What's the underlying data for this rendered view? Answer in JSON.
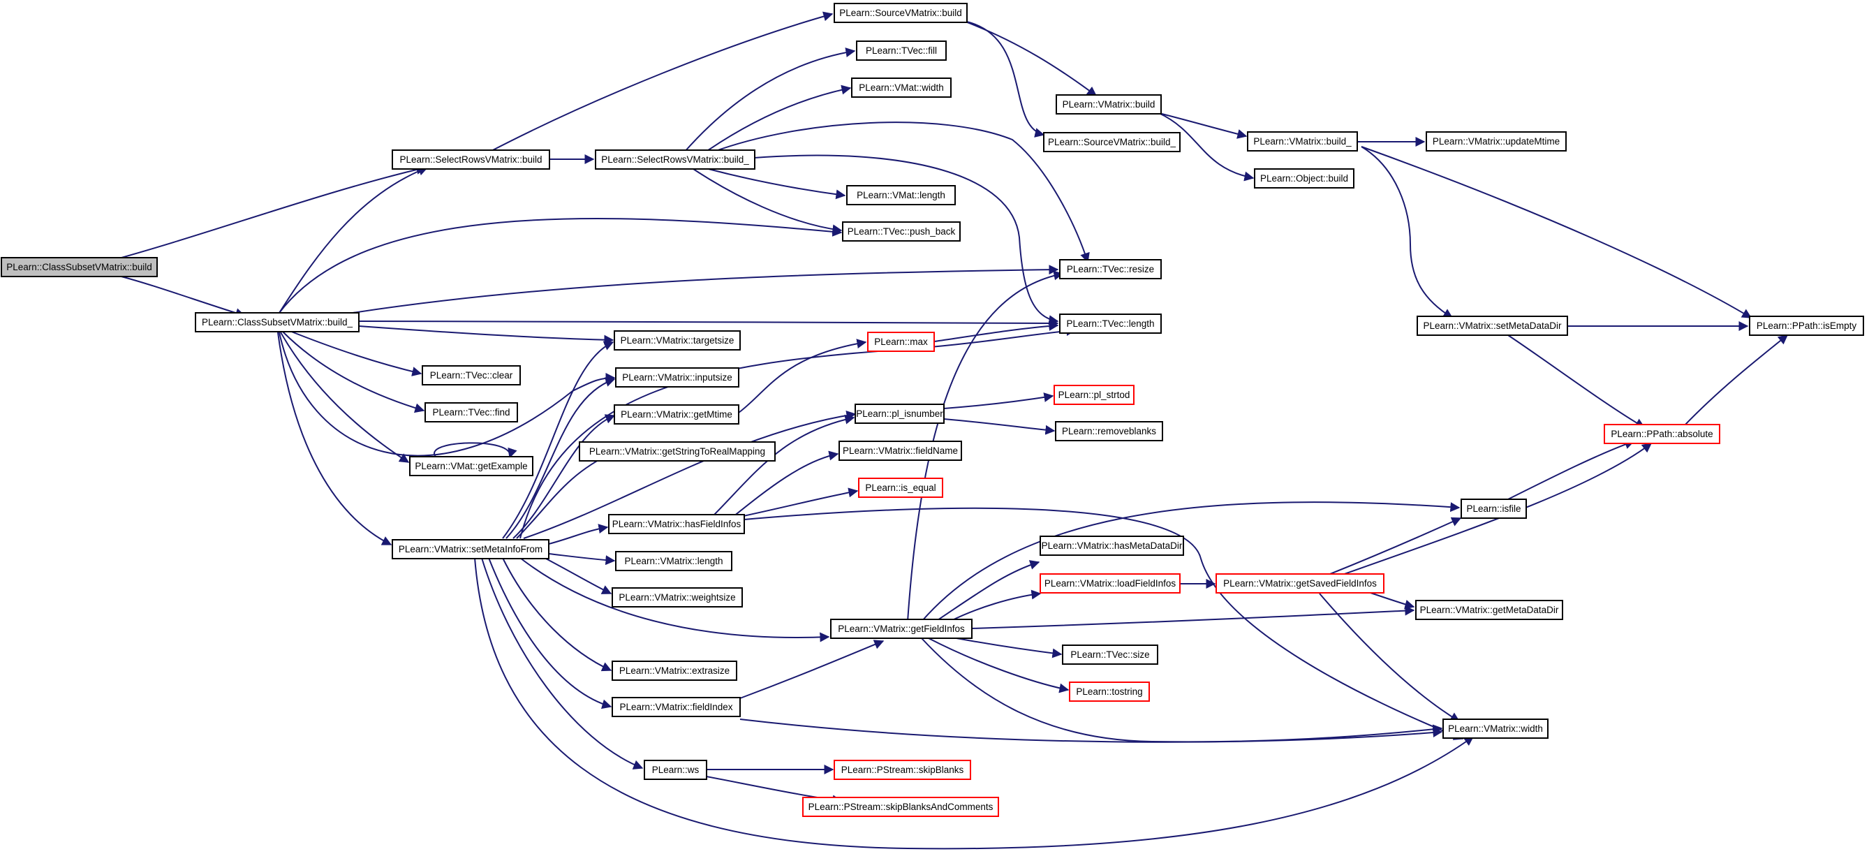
{
  "graph": {
    "nodes": [
      {
        "id": "n_csv_build",
        "label": "PLearn::ClassSubsetVMatrix::build",
        "style": "root"
      },
      {
        "id": "n_csv_build_",
        "label": "PLearn::ClassSubsetVMatrix::build_",
        "style": "normal"
      },
      {
        "id": "n_srv_build",
        "label": "PLearn::SelectRowsVMatrix::build",
        "style": "normal"
      },
      {
        "id": "n_srv_build_",
        "label": "PLearn::SelectRowsVMatrix::build_",
        "style": "normal"
      },
      {
        "id": "n_svm_build",
        "label": "PLearn::SourceVMatrix::build",
        "style": "normal"
      },
      {
        "id": "n_svm_build_",
        "label": "PLearn::SourceVMatrix::build_",
        "style": "normal"
      },
      {
        "id": "n_vm_build",
        "label": "PLearn::VMatrix::build",
        "style": "normal"
      },
      {
        "id": "n_vm_build_",
        "label": "PLearn::VMatrix::build_",
        "style": "normal"
      },
      {
        "id": "n_vm_updateMtime",
        "label": "PLearn::VMatrix::updateMtime",
        "style": "normal"
      },
      {
        "id": "n_obj_build",
        "label": "PLearn::Object::build",
        "style": "normal"
      },
      {
        "id": "n_tvec_fill",
        "label": "PLearn::TVec::fill",
        "style": "normal"
      },
      {
        "id": "n_vmat_width",
        "label": "PLearn::VMat::width",
        "style": "normal"
      },
      {
        "id": "n_vmat_length",
        "label": "PLearn::VMat::length",
        "style": "normal"
      },
      {
        "id": "n_tvec_push_back",
        "label": "PLearn::TVec::push_back",
        "style": "normal"
      },
      {
        "id": "n_tvec_resize",
        "label": "PLearn::TVec::resize",
        "style": "normal"
      },
      {
        "id": "n_tvec_length",
        "label": "PLearn::TVec::length",
        "style": "normal"
      },
      {
        "id": "n_vm_targetsize",
        "label": "PLearn::VMatrix::targetsize",
        "style": "normal"
      },
      {
        "id": "n_max",
        "label": "PLearn::max",
        "style": "red"
      },
      {
        "id": "n_tvec_clear",
        "label": "PLearn::TVec::clear",
        "style": "normal"
      },
      {
        "id": "n_vm_inputsize",
        "label": "PLearn::VMatrix::inputsize",
        "style": "normal"
      },
      {
        "id": "n_tvec_find",
        "label": "PLearn::TVec::find",
        "style": "normal"
      },
      {
        "id": "n_vm_getMtime",
        "label": "PLearn::VMatrix::getMtime",
        "style": "normal"
      },
      {
        "id": "n_pl_isnumber",
        "label": "PLearn::pl_isnumber",
        "style": "normal"
      },
      {
        "id": "n_pl_strtod",
        "label": "PLearn::pl_strtod",
        "style": "red"
      },
      {
        "id": "n_removeblanks",
        "label": "PLearn::removeblanks",
        "style": "normal"
      },
      {
        "id": "n_vmat_getExample",
        "label": "PLearn::VMat::getExample",
        "style": "normal"
      },
      {
        "id": "n_vm_getStringToRealMapping",
        "label": "PLearn::VMatrix::getStringToRealMapping",
        "style": "normal"
      },
      {
        "id": "n_vm_fieldName",
        "label": "PLearn::VMatrix::fieldName",
        "style": "normal"
      },
      {
        "id": "n_is_equal",
        "label": "PLearn::is_equal",
        "style": "red"
      },
      {
        "id": "n_vm_hasFieldInfos",
        "label": "PLearn::VMatrix::hasFieldInfos",
        "style": "normal"
      },
      {
        "id": "n_vm_setMetaInfoFrom",
        "label": "PLearn::VMatrix::setMetaInfoFrom",
        "style": "normal"
      },
      {
        "id": "n_vm_length",
        "label": "PLearn::VMatrix::length",
        "style": "normal"
      },
      {
        "id": "n_vm_weightsize",
        "label": "PLearn::VMatrix::weightsize",
        "style": "normal"
      },
      {
        "id": "n_vm_hasMetaDataDir",
        "label": "PLearn::VMatrix::hasMetaDataDir",
        "style": "normal"
      },
      {
        "id": "n_vm_loadFieldInfos",
        "label": "PLearn::VMatrix::loadFieldInfos",
        "style": "red"
      },
      {
        "id": "n_vm_getSavedFieldInfos",
        "label": "PLearn::VMatrix::getSavedFieldInfos",
        "style": "red"
      },
      {
        "id": "n_vm_getFieldInfos",
        "label": "PLearn::VMatrix::getFieldInfos",
        "style": "normal"
      },
      {
        "id": "n_vm_getMetaDataDir",
        "label": "PLearn::VMatrix::getMetaDataDir",
        "style": "normal"
      },
      {
        "id": "n_tvec_size",
        "label": "PLearn::TVec::size",
        "style": "normal"
      },
      {
        "id": "n_vm_extrasize",
        "label": "PLearn::VMatrix::extrasize",
        "style": "normal"
      },
      {
        "id": "n_tostring",
        "label": "PLearn::tostring",
        "style": "red"
      },
      {
        "id": "n_vm_fieldIndex",
        "label": "PLearn::VMatrix::fieldIndex",
        "style": "normal"
      },
      {
        "id": "n_vm_width",
        "label": "PLearn::VMatrix::width",
        "style": "normal"
      },
      {
        "id": "n_ws",
        "label": "PLearn::ws",
        "style": "normal"
      },
      {
        "id": "n_ps_skipBlanks",
        "label": "PLearn::PStream::skipBlanks",
        "style": "red"
      },
      {
        "id": "n_ps_skipBlanksAndComments",
        "label": "PLearn::PStream::skipBlanksAndComments",
        "style": "red"
      },
      {
        "id": "n_vm_setMetaDataDir",
        "label": "PLearn::VMatrix::setMetaDataDir",
        "style": "normal"
      },
      {
        "id": "n_ppath_isEmpty",
        "label": "PLearn::PPath::isEmpty",
        "style": "normal"
      },
      {
        "id": "n_ppath_absolute",
        "label": "PLearn::PPath::absolute",
        "style": "red"
      },
      {
        "id": "n_isfile",
        "label": "PLearn::isfile",
        "style": "normal"
      }
    ]
  },
  "colors": {
    "edge": "#191970",
    "node_border": "#000000",
    "node_border_red": "#ff0000",
    "root_fill": "#bfbfbf",
    "node_fill": "#ffffff"
  }
}
